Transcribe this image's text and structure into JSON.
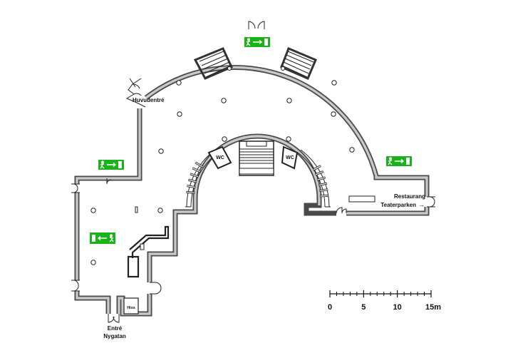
{
  "floor_plan": {
    "labels": {
      "main_entrance": "Huvudentré",
      "entrance_nygatan_line1": "Entré",
      "entrance_nygatan_line2": "Nygatan",
      "elevator": "Hiss",
      "restaurant_line1": "Restaurang",
      "restaurant_line2": "Teaterparken",
      "wc_left": "WC",
      "wc_right": "WC"
    },
    "restaurant_arrow": "→",
    "exit_signs": [
      {
        "id": "exit-top",
        "direction": "right"
      },
      {
        "id": "exit-left",
        "direction": "right"
      },
      {
        "id": "exit-right",
        "direction": "right"
      },
      {
        "id": "exit-lower",
        "direction": "left"
      }
    ],
    "colors": {
      "exit_sign": "#19b219",
      "wall": "#4a4a4a",
      "wall_inner": "#c8c8c8",
      "background": "#ffffff"
    }
  },
  "scale_bar": {
    "ticks": [
      "0",
      "5",
      "10",
      "15m"
    ],
    "unit": "m",
    "max": 15,
    "minor_step": 1
  }
}
